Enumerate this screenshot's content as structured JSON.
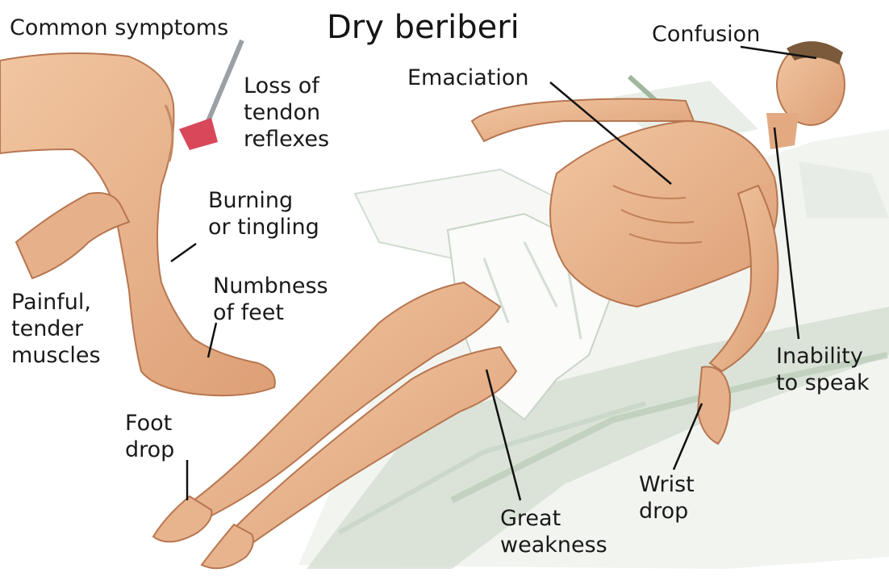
{
  "title": "Dry beriberi",
  "subtitle": "Common symptoms",
  "labels": {
    "loss_of_tendon_reflexes": "Loss of\ntendon\nreflexes",
    "burning_or_tingling": "Burning\nor tingling",
    "numbness_of_feet": "Numbness\nof feet",
    "painful_tender_muscles": "Painful,\ntender\nmuscles",
    "foot_drop": "Foot\ndrop",
    "emaciation": "Emaciation",
    "confusion": "Confusion",
    "inability_to_speak": "Inability\nto speak",
    "wrist_drop": "Wrist\ndrop",
    "great_weakness": "Great\nweakness"
  },
  "colors": {
    "skin": "#e9b58d",
    "skin_shadow": "#c8865c",
    "sheet": "#f3f4f1",
    "sheet_shadow": "#c9d6c8",
    "hammer_head": "#d8485a",
    "leader_line": "#111111"
  }
}
